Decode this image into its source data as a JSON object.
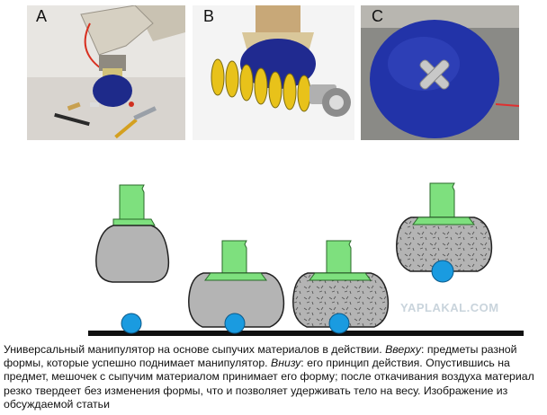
{
  "panels": [
    {
      "letter": "A"
    },
    {
      "letter": "B"
    },
    {
      "letter": "C"
    }
  ],
  "watermark": "YAPLAKAL.COM",
  "caption": {
    "part1": "Универсальный манипулятор на основе сыпучих материалов в действии. ",
    "top_label": "Вверху",
    "part2": ": предметы разной формы, которые успешно поднимает манипулятор. ",
    "bottom_label": "Внизу",
    "part3": ": его принцип действия. Опустившись на предмет, мешочек с сыпучим материалом принимает его форму; после откачивания воздуха материал резко твердеет без изменения формы, что и позволяет удерживать тело на весу. Изображение из обсуждаемой статьи"
  },
  "colors": {
    "gripper_stem": "#7ee07e",
    "bag_fill": "#b4b4b4",
    "ball": "#1a9be0",
    "floor": "#111111",
    "blue_bag": "#2a3a9a"
  }
}
